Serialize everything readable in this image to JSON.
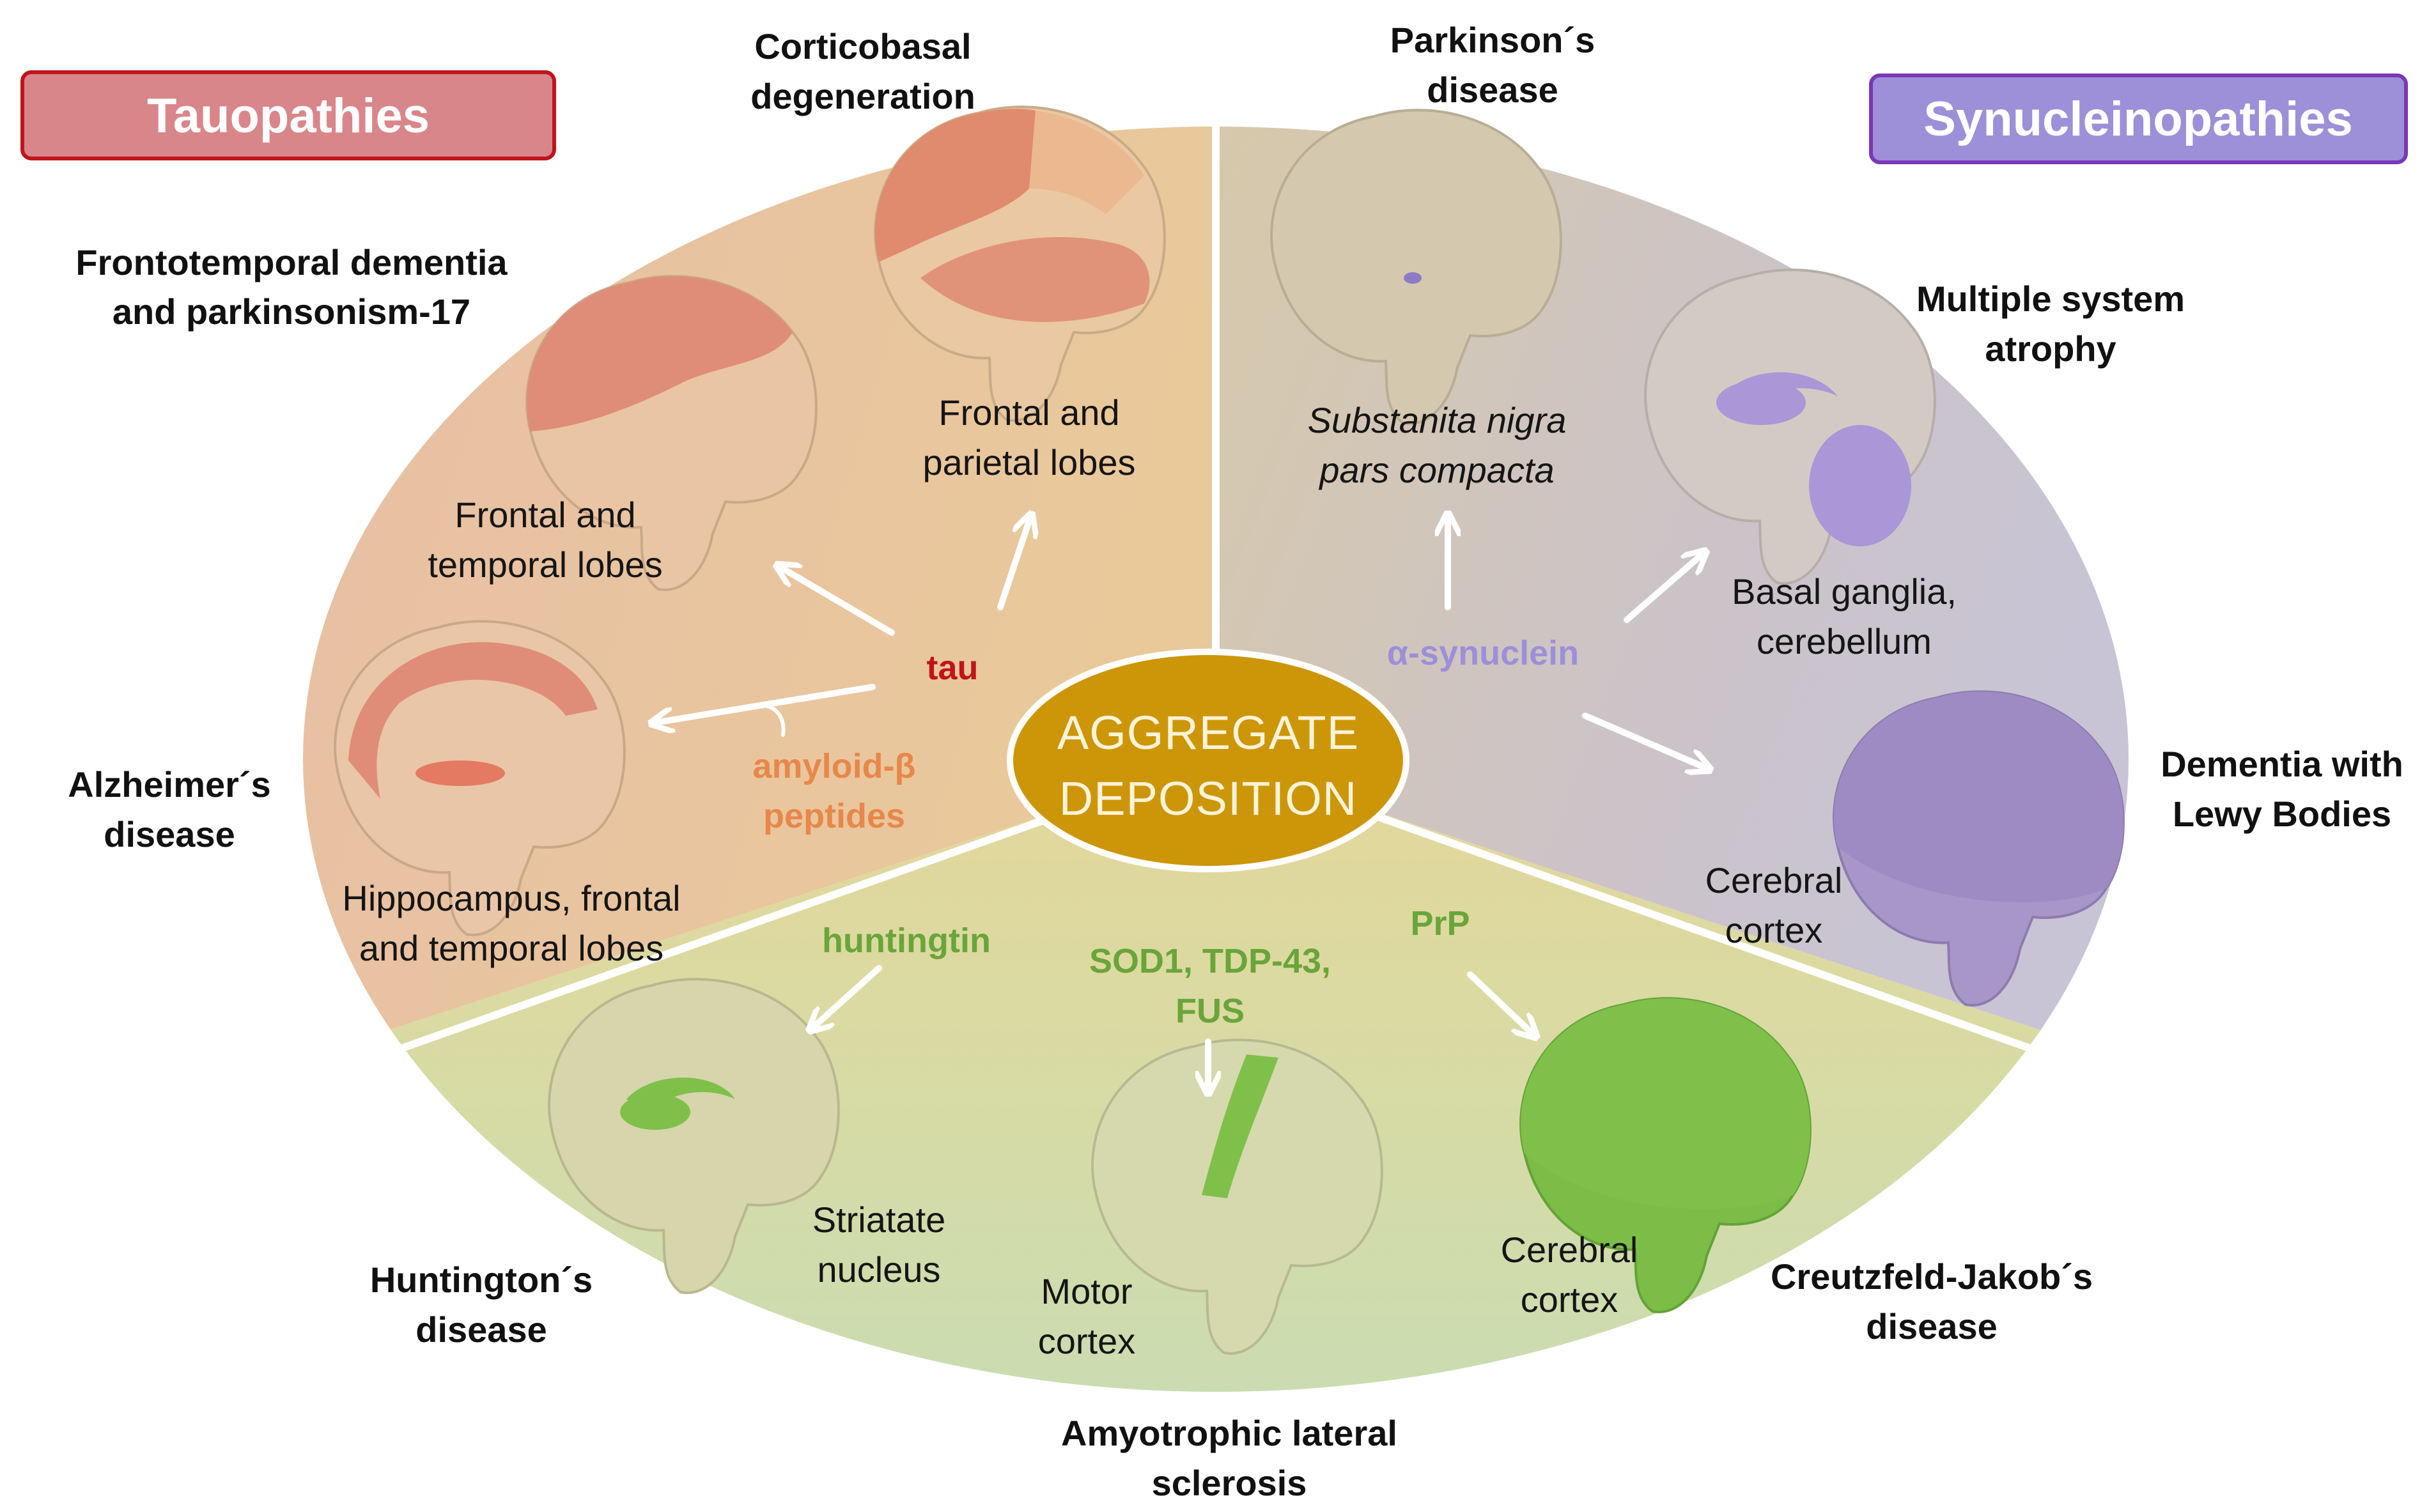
{
  "categories": {
    "tau": {
      "label": "Tauopathies",
      "fill": "#d9868a",
      "border": "#c0141c"
    },
    "syn": {
      "label": "Synucleinopathies",
      "fill": "#9d8fd8",
      "border": "#7b37b6"
    }
  },
  "center": {
    "line1": "AGGREGATE",
    "line2": "DEPOSITION",
    "color": "#cc9608"
  },
  "proteins": {
    "tau": {
      "label": "tau",
      "color": "#c0141c"
    },
    "amyloid": {
      "line1": "amyloid-β",
      "line2": "peptides",
      "color": "#e8874a"
    },
    "synuclein": {
      "label": "α-synuclein",
      "color": "#9b90d8"
    },
    "huntingtin": {
      "label": "huntingtin",
      "color": "#6aa53a"
    },
    "als": {
      "line1": "SOD1, TDP-43,",
      "line2": "FUS",
      "color": "#6aa53a"
    },
    "prp": {
      "label": "PrP",
      "color": "#6aa53a"
    }
  },
  "diseases": {
    "cbd": {
      "line1": "Corticobasal",
      "line2": "degeneration"
    },
    "ftd": {
      "line1": "Frontotemporal dementia",
      "line2": "and parkinsonism-17"
    },
    "ad": {
      "line1": "Alzheimer´s",
      "line2": "disease"
    },
    "pd": {
      "line1": "Parkinson´s",
      "line2": "disease"
    },
    "msa": {
      "line1": "Multiple system",
      "line2": "atrophy"
    },
    "dlb": {
      "line1": "Dementia with",
      "line2": "Lewy Bodies"
    },
    "hd": {
      "line1": "Huntington´s",
      "line2": "disease"
    },
    "als": {
      "line1": "Amyotrophic lateral",
      "line2": "sclerosis"
    },
    "cjd": {
      "line1": "Creutzfeld-Jakob´s",
      "line2": "disease"
    }
  },
  "regions": {
    "cbd": {
      "line1": "Frontal and",
      "line2": "parietal lobes"
    },
    "ftd": {
      "line1": "Frontal and",
      "line2": "temporal lobes"
    },
    "ad": {
      "line1": "Hippocampus, frontal",
      "line2": "and temporal lobes"
    },
    "pd": {
      "line1": "Substanita nigra",
      "line2": "pars compacta"
    },
    "msa": {
      "line1": "Basal ganglia,",
      "line2": "cerebellum"
    },
    "dlb": {
      "line1": "Cerebral",
      "line2": "cortex"
    },
    "hd": {
      "line1": "Striatate",
      "line2": "nucleus"
    },
    "als": {
      "line1": "Motor",
      "line2": "cortex"
    },
    "cjd": {
      "line1": "Cerebral",
      "line2": "cortex"
    }
  }
}
